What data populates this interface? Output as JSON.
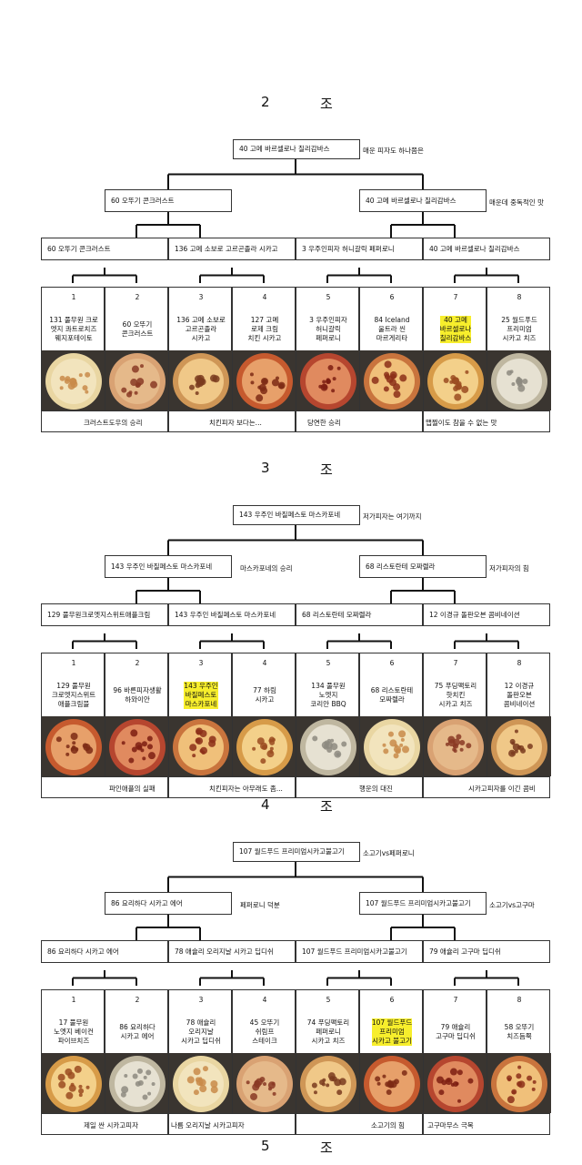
{
  "groups": [
    {
      "label_num": "2",
      "label_jo": "조",
      "final": {
        "name": "40 고메 바르셀로나 칠리감바스",
        "note": "매운 피자도 하나쯤은"
      },
      "semis": [
        {
          "name": "60 오뚜기 콘크러스트",
          "note": ""
        },
        {
          "name": "40 고메 바르셀로나 칠리감바스",
          "note": "매운데 중독적인 맛"
        }
      ],
      "quarters": [
        "60 오뚜기 콘크러스트",
        "136 고메 소보로 고르곤졸라 시카고",
        "3 우주인피자 허니갈릭 페퍼로니",
        "40 고메 바르셀로나 칠리감바스"
      ],
      "cells": [
        {
          "num": "1",
          "name": "131 풀무원 크로\n엣지 콰트로치즈\n웨지포테이토",
          "hl": false
        },
        {
          "num": "2",
          "name": "60 오뚜기\n콘크러스트",
          "hl": false
        },
        {
          "num": "3",
          "name": "136 고메 소보로\n고르곤졸라\n시카고",
          "hl": false
        },
        {
          "num": "4",
          "name": "127 고메\n로제 크림\n치킨 시카고",
          "hl": false
        },
        {
          "num": "5",
          "name": "3 우주인피자\n허니갈릭\n페퍼로니",
          "hl": false
        },
        {
          "num": "6",
          "name": "84 Iceland\n울트라 씬\n마르게리타",
          "hl": false
        },
        {
          "num": "7",
          "name": "40 고메\n바르셀로나\n칠리감바스",
          "hl": true
        },
        {
          "num": "8",
          "name": "25 월드푸드\n프리미엄\n시카고 치즈",
          "hl": false
        }
      ],
      "footers": [
        "크러스트도우의 승리",
        "치킨피자 보다는...",
        "당연한 승리",
        "맵찔이도 참을 수 없는 맛"
      ]
    },
    {
      "label_num": "3",
      "label_jo": "조",
      "final": {
        "name": "143 우주인 바질페스토 마스카포네",
        "note": "저가피자는 여기까지"
      },
      "semis": [
        {
          "name": "143 우주인 바질페스토 마스카포네",
          "note": "마스카포네의 승리"
        },
        {
          "name": "68 리스토란테 모짜렐라",
          "note": "저가피자의 힘"
        }
      ],
      "quarters": [
        "129 풀무원크로엣지스위트애플크림",
        "143 우주인 바질페스토 마스카포네",
        "68 리스토란테 모짜렐라",
        "12 이경규 돌판오븐 콤비네이션"
      ],
      "cells": [
        {
          "num": "1",
          "name": "129 풀무원\n크로엣지스위트\n애플크림블",
          "hl": false
        },
        {
          "num": "2",
          "name": "96 바른피자생활\n하와이안",
          "hl": false
        },
        {
          "num": "3",
          "name": "143 우주인\n바질페스토\n마스카포네",
          "hl": true
        },
        {
          "num": "4",
          "name": "77 하림\n시카고",
          "hl": false
        },
        {
          "num": "5",
          "name": "134 풀무원\n노엣지\n코리안 BBQ",
          "hl": false
        },
        {
          "num": "6",
          "name": "68 리스토란테\n모짜렐라",
          "hl": false
        },
        {
          "num": "7",
          "name": "75 푸딩팩토리\n핫치킨\n시카고 치즈",
          "hl": false
        },
        {
          "num": "8",
          "name": "12 이경규\n돌판오븐\n콤비네이션",
          "hl": false
        }
      ],
      "footers": [
        "파인애플의 실패",
        "치킨피자는 아무래도 좀...",
        "행운의 대진",
        "시카고피자를 이긴 콤비"
      ]
    },
    {
      "label_num": "4",
      "label_jo": "조",
      "final": {
        "name": "107 월드푸드 프리미엄시카고불고기",
        "note": "소고기vs페퍼로니"
      },
      "semis": [
        {
          "name": "86 요리하다 시카고 에어",
          "note": "페퍼로니 덕분"
        },
        {
          "name": "107 월드푸드 프리미엄시카고불고기",
          "note": "소고기vs고구마"
        }
      ],
      "quarters": [
        "86 요리하다 시카고 에어",
        "78 애슐리 오리지날 시카고 딥디쉬",
        "107 월드푸드 프리미엄시카고불고기",
        "79 애슐리 고구마 딥디쉬"
      ],
      "cells": [
        {
          "num": "1",
          "name": "17 풀무원\n노엣지 베이컨\n파이브치즈",
          "hl": false
        },
        {
          "num": "2",
          "name": "86 요리하다\n시카고 에어",
          "hl": false
        },
        {
          "num": "3",
          "name": "78 애슐리\n오리지날\n시카고 딥디쉬",
          "hl": false
        },
        {
          "num": "4",
          "name": "45 오뚜기\n쉬림프\n스테이크",
          "hl": false
        },
        {
          "num": "5",
          "name": "74 푸딩팩토리\n페퍼로니\n시카고 치즈",
          "hl": false
        },
        {
          "num": "6",
          "name": "107 월드푸드\n프리미엄\n시카고 불고기",
          "hl": true
        },
        {
          "num": "7",
          "name": "79 애슐리\n고구마 딥디쉬",
          "hl": false
        },
        {
          "num": "8",
          "name": "58 오뚜기\n치즈듬뿍",
          "hl": false
        }
      ],
      "footers": [
        "제일 싼 시카고피자",
        "나름 오리지날 시카고피자",
        "소고기의 힘",
        "고구마무스 극복"
      ]
    }
  ],
  "bottom_label": {
    "num": "5",
    "jo": "조"
  },
  "colors": {
    "highlight": "#f7ee2c",
    "border": "#333333"
  }
}
